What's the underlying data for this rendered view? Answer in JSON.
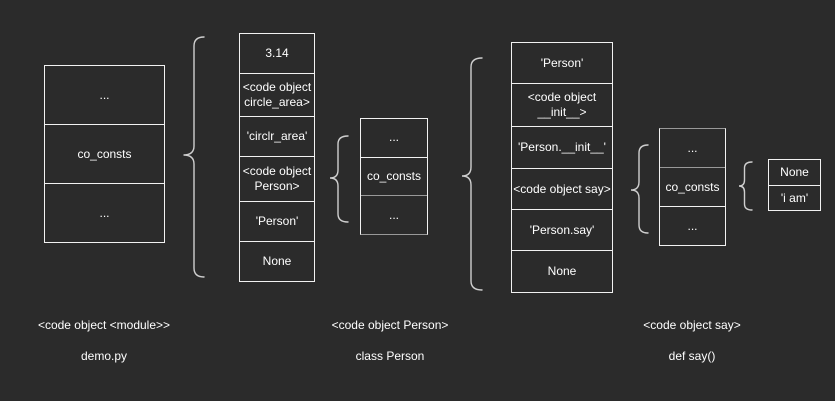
{
  "colors": {
    "background": "#2b2b2b",
    "border": "#f2f2f2",
    "muted_border": "#999999",
    "text": "#ffffff",
    "brace": "#cfcfcf"
  },
  "module": {
    "object_box": {
      "cells": [
        "...",
        "co_consts",
        "..."
      ]
    },
    "consts": {
      "cells": [
        "3.14",
        "<code object circle_area>",
        "'circlr_area'",
        "<code object Person>",
        "'Person'",
        "None"
      ]
    },
    "caption": {
      "line1": "<code object <module>>",
      "line2": "demo.py"
    }
  },
  "person": {
    "object_box": {
      "cells": [
        "...",
        "co_consts",
        "..."
      ]
    },
    "consts": {
      "cells": [
        "'Person'",
        "<code object __init__>",
        "'Person.__init__'",
        "<code object say>",
        "'Person.say'",
        "None"
      ]
    },
    "caption": {
      "line1": "<code object Person>",
      "line2": "class Person"
    }
  },
  "say": {
    "object_box": {
      "cells": [
        "...",
        "co_consts",
        "..."
      ]
    },
    "consts": {
      "cells": [
        "None",
        "'i am'"
      ]
    },
    "caption": {
      "line1": "<code object say>",
      "line2": "def say()"
    }
  }
}
